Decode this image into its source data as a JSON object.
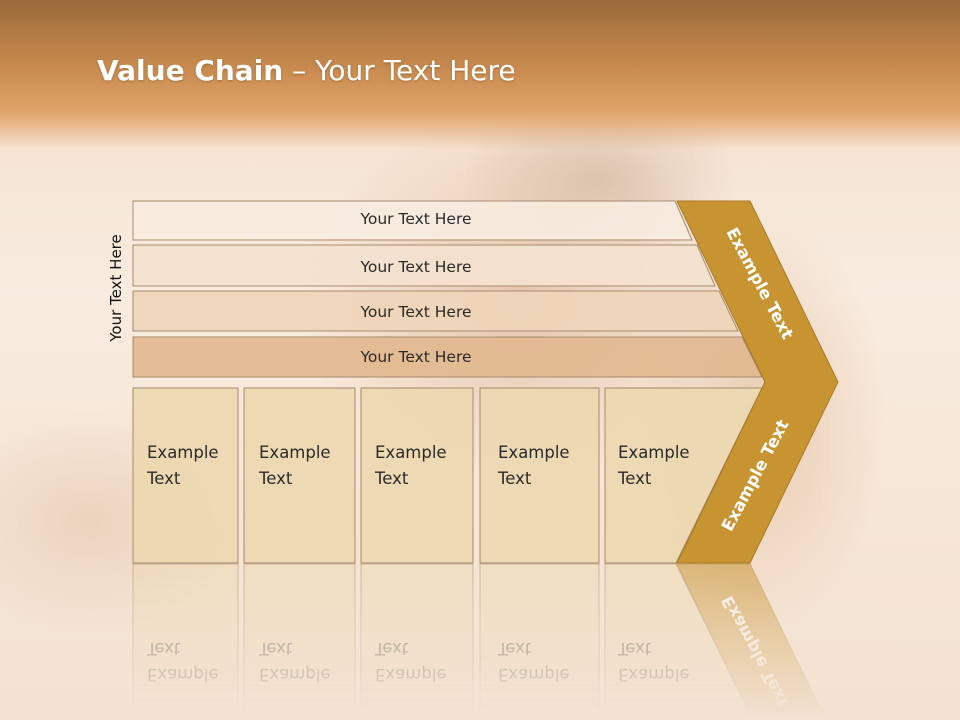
{
  "slide": {
    "title_bold": "Value Chain",
    "title_sep": " – ",
    "title_rest": "Your Text Here",
    "vertical_label": "Your Text Here"
  },
  "rows": [
    "Your Text Here",
    "Your Text Here",
    "Your Text Here",
    "Your Text Here"
  ],
  "cells": [
    {
      "line1": "Example",
      "line2": "Text"
    },
    {
      "line1": "Example",
      "line2": "Text"
    },
    {
      "line1": "Example",
      "line2": "Text"
    },
    {
      "line1": "Example",
      "line2": "Text"
    },
    {
      "line1": "Example",
      "line2": "Text"
    }
  ],
  "chevron": {
    "upper_label": "Example Text",
    "lower_label": "Example Text"
  },
  "colors": {
    "row_fills": [
      "#f7ece0",
      "#f3e2cf",
      "#efd5b9",
      "#e2b88f"
    ],
    "cell_fill": "#ecd8b0",
    "chevron_fill": "#c89432",
    "border": "#a88a6c"
  }
}
